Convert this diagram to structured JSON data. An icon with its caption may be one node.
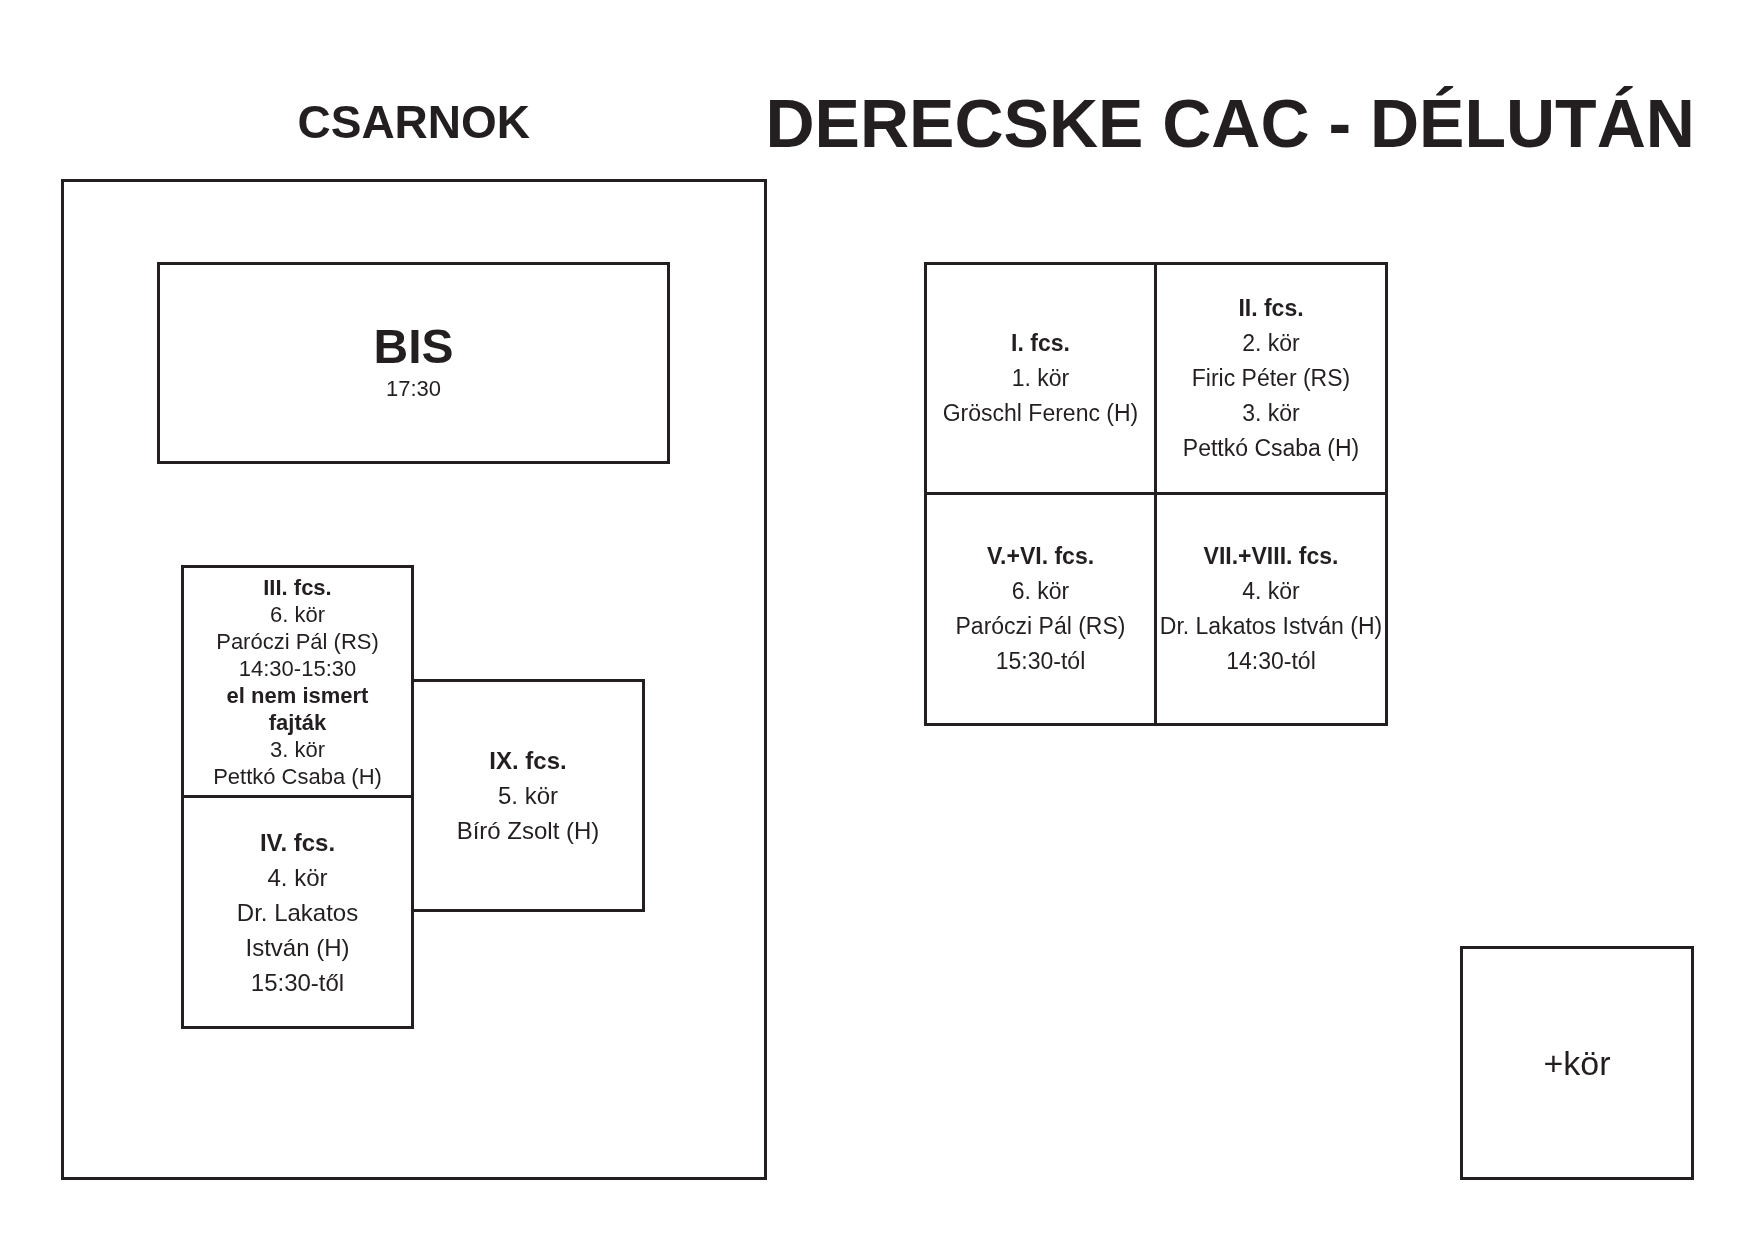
{
  "diagram": {
    "title": "DERECSKE CAC - DÉLUTÁN",
    "nodes": [
      {
        "text": [
          "CSARNOK"
        ]
      },
      {
        "text": [
          "BIS",
          "17:30"
        ],
        "in": 0
      },
      {
        "text": [
          "III. fcs.",
          "6. kör",
          "Paróczi Pál (RS)",
          "14:30-15:30",
          "el nem ismert fajták",
          "3. kör",
          "Pettkó Csaba (H)"
        ],
        "in": 0
      },
      {
        "text": [
          "IX. fcs.",
          "5. kör",
          "Bíró Zsolt (H)"
        ],
        "in": 0
      },
      {
        "text": [
          "IV. fcs.",
          "4. kör",
          "Dr. Lakatos István (H)",
          "15:30-től"
        ],
        "in": 0
      },
      {
        "text": [
          "I. fcs.",
          "1. kör",
          "Gröschl Ferenc (H)"
        ]
      },
      {
        "text": [
          "II. fcs.",
          "2. kör",
          "Firic Péter (RS)",
          "3. kör",
          "Pettkó Csaba (H)"
        ]
      },
      {
        "text": [
          "V.+VI. fcs.",
          "6. kör",
          "Paróczi Pál (RS)",
          "15:30-tól"
        ]
      },
      {
        "text": [
          "VII.+VIII. fcs.",
          "4. kör",
          "Dr. Lakatos István (H)",
          "14:30-tól"
        ]
      },
      {
        "text": [
          "+kör"
        ]
      }
    ]
  }
}
